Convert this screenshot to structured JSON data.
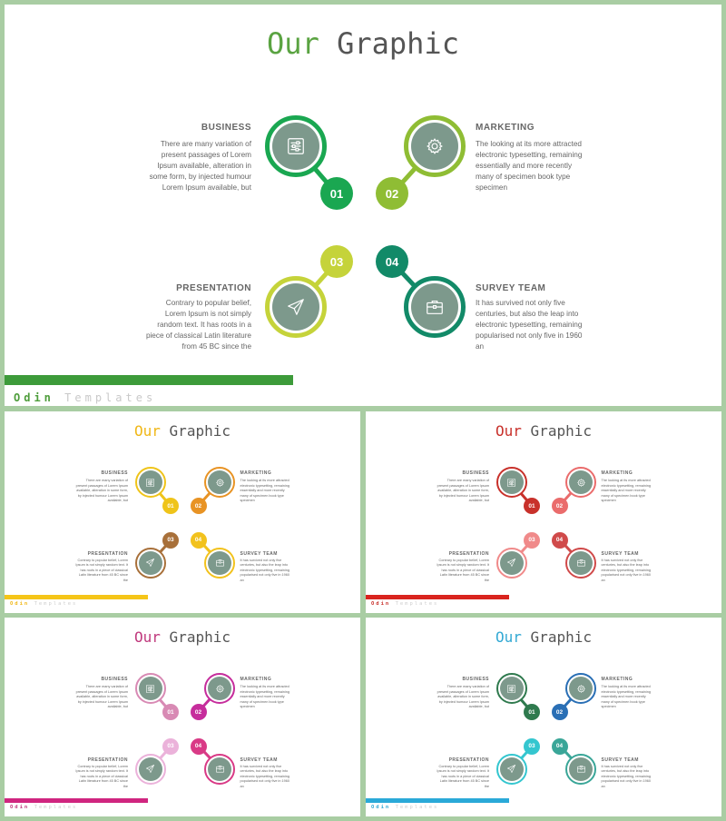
{
  "title": {
    "word1": "Our",
    "word2": "Graphic"
  },
  "brand": {
    "word1": "Odin",
    "word2": "Templates"
  },
  "items": [
    {
      "number": "01",
      "label": "BUSINESS",
      "text": "There are many variation of present passages of Lorem Ipsum available, alteration in some form, by injected humour Lorem Ipsum available, but",
      "icon": "sliders-icon"
    },
    {
      "number": "02",
      "label": "MARKETING",
      "text": "The looking at its more attracted electronic typesetting, remaining essentially and more recently many of specimen book type specimen",
      "icon": "gear-icon"
    },
    {
      "number": "03",
      "label": "PRESENTATION",
      "text": "Contrary to popular belief, Lorem Ipsum is not simply random text. It has roots in a piece of classical Latin literature from 45 BC since the",
      "icon": "paper-plane-icon"
    },
    {
      "number": "04",
      "label": "SURVEY TEAM",
      "text": "It has survived not only five centuries, but also the leap into electronic typesetting, remaining popularised not only five in 1960 an",
      "icon": "briefcase-icon"
    }
  ],
  "themes": {
    "green": {
      "title": "#5aa341",
      "bar": "#3d9b3a",
      "brand": "#4e9d3b",
      "colors": [
        "#1aa751",
        "#8fbd34",
        "#c5d33a",
        "#128a68"
      ]
    },
    "yellow": {
      "title": "#f0b717",
      "bar": "#f5c518",
      "brand": "#f0b717",
      "colors": [
        "#efc41a",
        "#e89324",
        "#a8703a",
        "#f2c21d"
      ]
    },
    "red": {
      "title": "#c8312b",
      "bar": "#d9241e",
      "brand": "#c8312b",
      "colors": [
        "#c8312b",
        "#ea6c6c",
        "#f08a8a",
        "#d04a4a"
      ]
    },
    "pink": {
      "title": "#c0397d",
      "bar": "#d0257f",
      "brand": "#c0397d",
      "colors": [
        "#d88ab4",
        "#c62d9c",
        "#ebb2da",
        "#d93a86"
      ]
    },
    "blue": {
      "title": "#33a9d4",
      "bar": "#2aa9d8",
      "brand": "#33a9d4",
      "colors": [
        "#2f7a4e",
        "#2a6fb5",
        "#34c6cf",
        "#3aa698"
      ]
    }
  }
}
